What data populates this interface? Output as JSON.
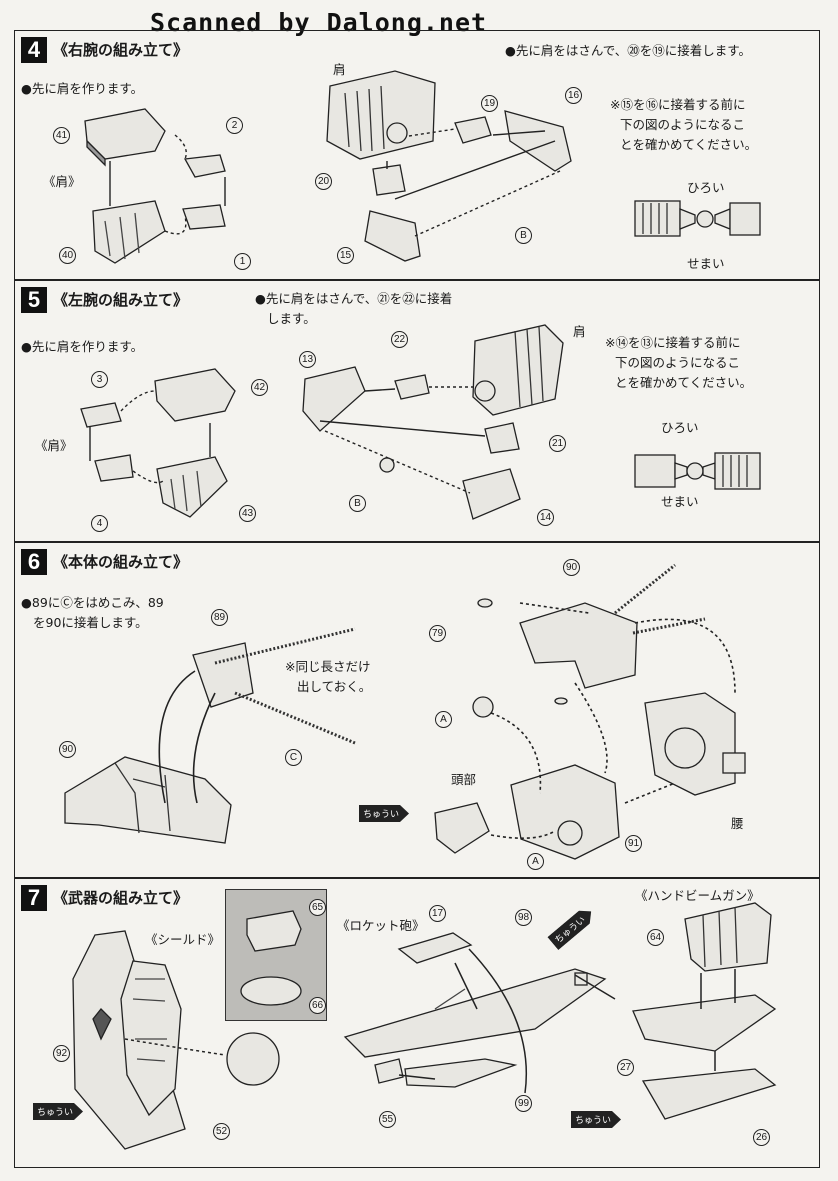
{
  "watermark": "Scanned by Dalong.net",
  "steps": [
    {
      "num": "4",
      "title": "《右腕の組み立て》",
      "note_left": "●先に肩を作ります。",
      "note_top": "●先に肩をはさんで、⑳を⑲に接着します。",
      "check_note": [
        "※⑮を⑯に接着する前に",
        "下の図のようになるこ",
        "とを確かめてください。"
      ],
      "wide": "ひろい",
      "narrow": "せまい",
      "shoulder_label": "《肩》",
      "kata": "肩",
      "parts": [
        "41",
        "2",
        "40",
        "1",
        "19",
        "16",
        "20",
        "15",
        "B"
      ]
    },
    {
      "num": "5",
      "title": "《左腕の組み立て》",
      "note_left": "●先に肩を作ります。",
      "note_top": [
        "●先に肩をはさんで、㉑を㉒に接着",
        "します。"
      ],
      "check_note": [
        "※⑭を⑬に接着する前に",
        "下の図のようになるこ",
        "とを確かめてください。"
      ],
      "wide": "ひろい",
      "narrow": "せまい",
      "shoulder_label": "《肩》",
      "kata": "肩",
      "parts": [
        "3",
        "42",
        "4",
        "43",
        "13",
        "22",
        "21",
        "B",
        "14"
      ]
    },
    {
      "num": "6",
      "title": "《本体の組み立て》",
      "note_left": [
        "●89にⒸをはめこみ、89",
        "を90に接着します。"
      ],
      "same_length": [
        "※同じ長さだけ",
        "出しておく。"
      ],
      "head": "頭部",
      "waist": "腰",
      "caution": "ちゅうい",
      "parts": [
        "89",
        "90",
        "C",
        "90",
        "79",
        "A",
        "A",
        "91"
      ]
    },
    {
      "num": "7",
      "title": "《武器の組み立て》",
      "shield": "《シールド》",
      "rocket": "《ロケット砲》",
      "beam_gun": "《ハンドビームガン》",
      "caution": "ちゅうい",
      "parts": [
        "65",
        "66",
        "17",
        "98",
        "64",
        "92",
        "52",
        "55",
        "99",
        "27",
        "26"
      ]
    }
  ]
}
